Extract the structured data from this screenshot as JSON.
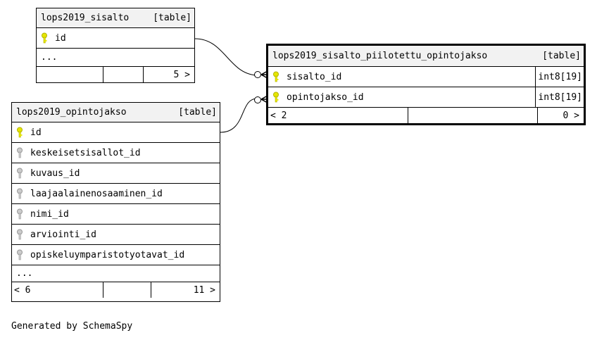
{
  "tables": {
    "sisalto": {
      "name": "lops2019_sisalto",
      "kind": "[table]",
      "columns": [
        {
          "name": "id",
          "key": "primary"
        }
      ],
      "ellipsis": "...",
      "footer": {
        "left": "",
        "right": "5 >"
      }
    },
    "opintojakso": {
      "name": "lops2019_opintojakso",
      "kind": "[table]",
      "columns": [
        {
          "name": "id",
          "key": "primary"
        },
        {
          "name": "keskeisetsisallot_id",
          "key": "foreign"
        },
        {
          "name": "kuvaus_id",
          "key": "foreign"
        },
        {
          "name": "laajaalainenosaaminen_id",
          "key": "foreign"
        },
        {
          "name": "nimi_id",
          "key": "foreign"
        },
        {
          "name": "arviointi_id",
          "key": "foreign"
        },
        {
          "name": "opiskeluymparistotyotavat_id",
          "key": "foreign"
        }
      ],
      "ellipsis": "...",
      "footer": {
        "left": "< 6",
        "right": "11 >"
      }
    },
    "piilotettu": {
      "name": "lops2019_sisalto_piilotettu_opintojakso",
      "kind": "[table]",
      "columns": [
        {
          "name": "sisalto_id",
          "key": "primary",
          "type": "int8[19]"
        },
        {
          "name": "opintojakso_id",
          "key": "primary",
          "type": "int8[19]"
        }
      ],
      "footer": {
        "left": "< 2",
        "right": "0 >"
      }
    }
  },
  "generated_by": "Generated by SchemaSpy",
  "colors": {
    "primary_key": "#e6e600",
    "foreign_key": "#aaaaaa",
    "header_bg": "#f2f2f2"
  }
}
